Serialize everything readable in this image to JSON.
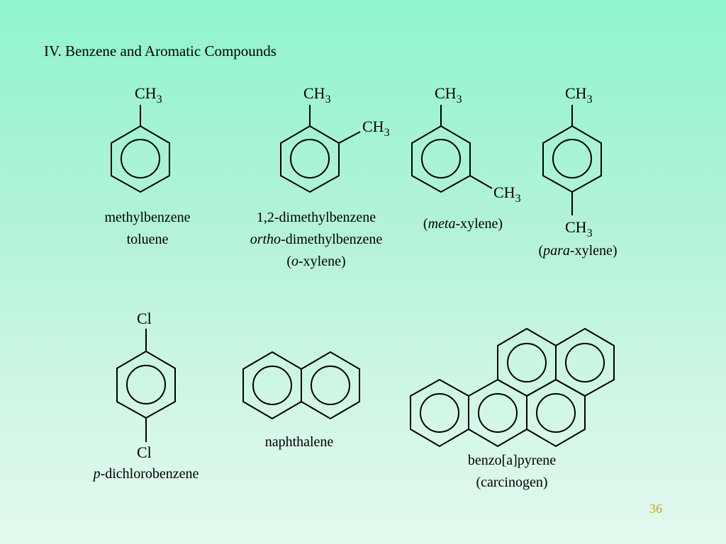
{
  "slide": {
    "title": "IV. Benzene and Aromatic Compounds",
    "page_number": "36"
  },
  "groups": {
    "methyl": "CH",
    "methyl_sub": "3",
    "chloro": "Cl"
  },
  "compounds": {
    "toluene": {
      "line1": "methylbenzene",
      "line2": "toluene"
    },
    "o_xylene": {
      "line1": "1,2-dimethylbenzene",
      "line2_italic": "ortho",
      "line2_rest": "-dimethylbenzene",
      "line3_open": "(",
      "line3_italic": "o",
      "line3_rest": "-xylene)"
    },
    "m_xylene": {
      "open": "(",
      "italic": "meta",
      "rest": "-xylene)"
    },
    "p_xylene": {
      "open": "(",
      "italic": "para",
      "rest": "-xylene)"
    },
    "p_dichlorobenzene": {
      "italic": "p",
      "rest": "-dichlorobenzene"
    },
    "naphthalene": {
      "name": "naphthalene"
    },
    "benzo_a_pyrene": {
      "line1": "benzo[a]pyrene",
      "line2": "(carcinogen)"
    }
  }
}
